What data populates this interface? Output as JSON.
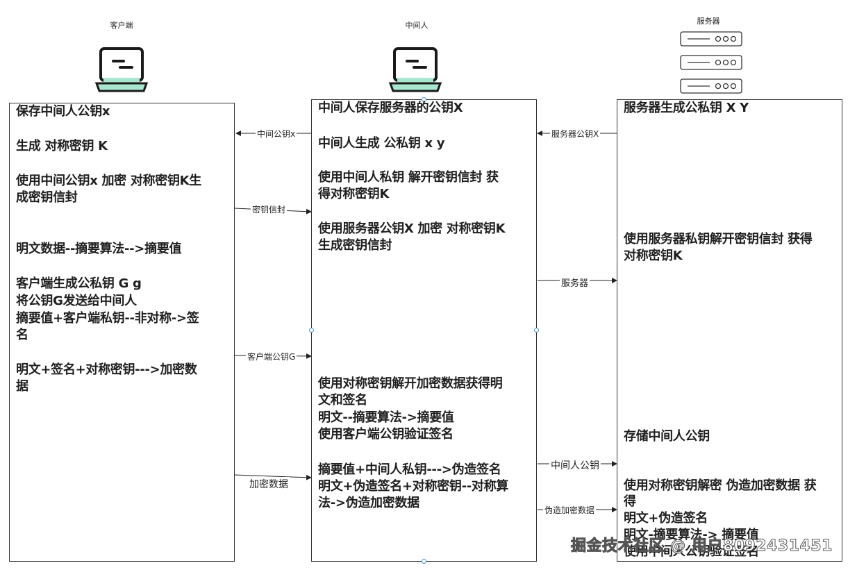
{
  "actors": {
    "client": "客户端",
    "mitm": "中间人",
    "server": "服务器"
  },
  "client_lines": [
    "保存中间人公钥x",
    "生成 对称密钥 K",
    "使用中间公钥x 加密 对称密钥K生",
    "成密钥信封",
    "明文数据--摘要算法-->摘要值",
    "客户端生成公私钥 G g",
    "将公钥G发送给中间人",
    "摘要值+客户端私钥--非对称->签",
    "名",
    "明文+签名+对称密钥--->加密数",
    "据"
  ],
  "mitm_lines": [
    "中间人保存服务器的公钥X",
    "中间人生成 公私钥 x y",
    "使用中间人私钥 解开密钥信封 获",
    "得对称密钥K",
    "使用服务器公钥X 加密 对称密钥K",
    "生成密钥信封",
    "使用对称密钥解开加密数据获得明",
    "文和签名",
    "明文--摘要算法->摘要值",
    "使用客户端公钥验证签名",
    "摘要值+中间人私钥--->伪造签名",
    "明文+伪造签名+对称密钥--对称算",
    "法->伪造加密数据"
  ],
  "server_lines": [
    "服务器生成公私钥 X Y",
    "使用服务器私钥解开密钥信封 获得",
    "对称密钥K",
    "存储中间人公钥",
    "使用对称密钥解密 伪造加密数据 获",
    "得",
    "明文+伪造签名",
    "明文-摘要算法-> 摘要值",
    "使用中间人公钥验证签名"
  ],
  "connectors": {
    "c1": "中间公钥x",
    "c2": "密钥信封",
    "c3": "客户端公钥G",
    "c4": "加密数据",
    "s1": "服务器公钥X",
    "s2": "服务器",
    "s3": "中间人公钥",
    "s4": "伪造加密数据"
  },
  "watermark": "掘金技术社区 @ 用户8092431451",
  "colors": {
    "screen": "#a8e6cf",
    "stroke": "#1a1a1a",
    "handle": "#4a90d9"
  }
}
